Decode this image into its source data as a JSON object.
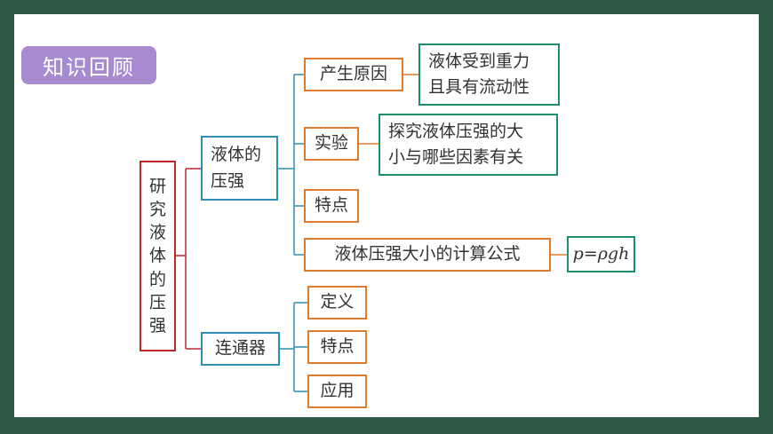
{
  "badge": "知识回顾",
  "root": {
    "chars": [
      "研",
      "究",
      "液",
      "体",
      "的",
      "压",
      "强"
    ]
  },
  "branch1": {
    "line1": "液体的",
    "line2": "压强",
    "items": [
      {
        "label": "产生原因",
        "note_line1": "液体受到重力",
        "note_line2": "且具有流动性"
      },
      {
        "label": "实验",
        "note_line1": "探究液体压强的大",
        "note_line2": "小与哪些因素有关"
      },
      {
        "label": "特点"
      },
      {
        "label": "液体压强大小的计算公式",
        "formula": "p=ρgh"
      }
    ]
  },
  "branch2": {
    "label": "连通器",
    "items": [
      {
        "label": "定义"
      },
      {
        "label": "特点"
      },
      {
        "label": "应用"
      }
    ]
  },
  "colors": {
    "background": "#2f5a45",
    "badge": "#a88ad0",
    "root": "#c0272d",
    "level1": "#2e8fb0",
    "level2": "#e07b2e",
    "level3": "#1f8f6b"
  }
}
